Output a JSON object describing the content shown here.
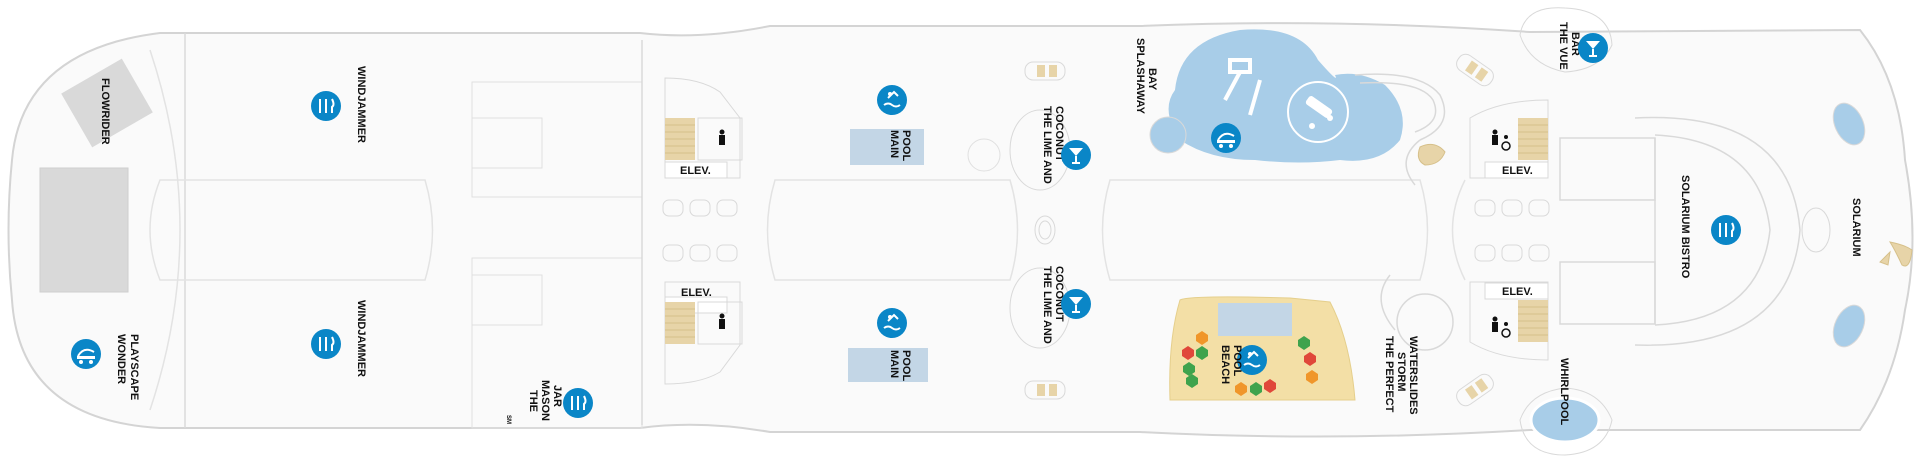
{
  "map": {
    "colors": {
      "hull_fill": "#fafafa",
      "hull_stroke": "#d4d4d4",
      "line": "#d9d9d9",
      "grey_area": "#d9d9d9",
      "icon_blue": "#0a86c7",
      "water": "#a8cde8",
      "pool_blue": "#c3d6e6",
      "sand": "#f3dfa6",
      "wood": "#e7d4a8"
    },
    "labels": {
      "flowrider": "FLOWRIDER",
      "wonder_playscape": [
        "WONDER",
        "PLAYSCAPE"
      ],
      "windjammer": "WINDJAMMER",
      "mason_jar": [
        "THE",
        "MASON",
        "JAR"
      ],
      "mason_jar_sup": "SM",
      "elev": "ELEV.",
      "main_pool": [
        "MAIN",
        "POOL"
      ],
      "lime_coconut": [
        "THE LIME AND",
        "COCONUT"
      ],
      "splashaway_bay": [
        "SPLASHAWAY",
        "BAY"
      ],
      "beach_pool": [
        "BEACH",
        "POOL"
      ],
      "perfect_storm": [
        "THE PERFECT",
        "STORM",
        "WATERSLIDES"
      ],
      "vue_bar": [
        "THE VUE",
        "BAR"
      ],
      "whirlpool": "WHIRLPOOL",
      "solarium_bistro": "SOLARIUM BISTRO",
      "solarium": "SOLARIUM"
    },
    "icons": [
      {
        "name": "dining-icon",
        "symbol": "fork-knife"
      },
      {
        "name": "pool-icon",
        "symbol": "swimmer"
      },
      {
        "name": "bar-icon",
        "symbol": "cocktail-glass"
      },
      {
        "name": "kids-icon",
        "symbol": "carousel"
      }
    ]
  }
}
